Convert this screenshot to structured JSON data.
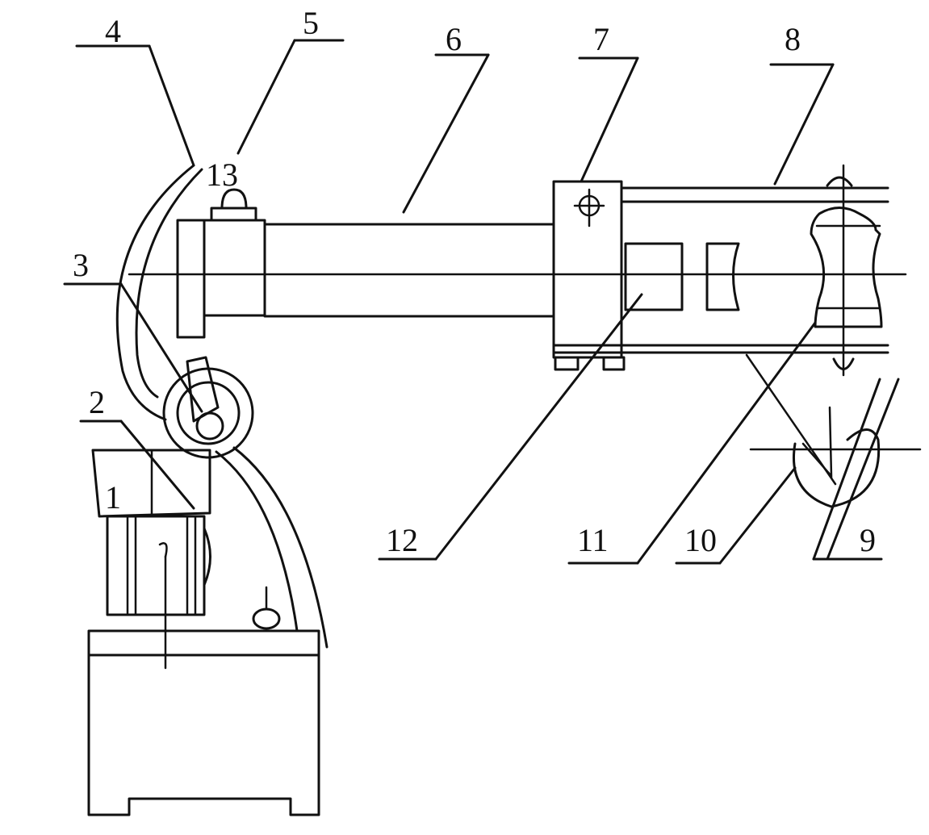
{
  "diagram": {
    "labels": [
      "1",
      "2",
      "3",
      "4",
      "5",
      "6",
      "7",
      "8",
      "9",
      "10",
      "11",
      "12",
      "13"
    ]
  },
  "colors": {
    "ink": "#111111",
    "background": "#ffffff"
  }
}
